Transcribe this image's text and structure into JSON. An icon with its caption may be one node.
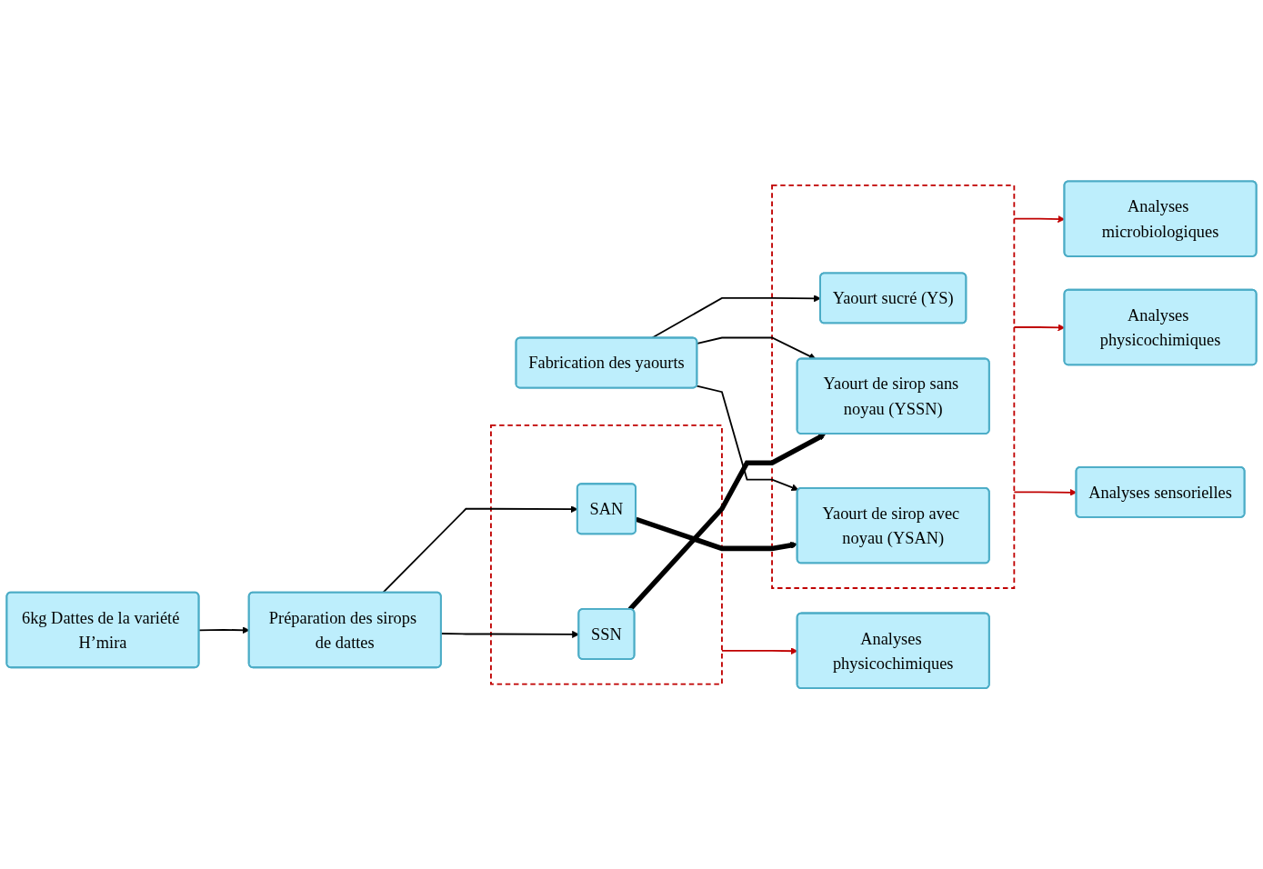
{
  "diagram": {
    "nodes": [
      {
        "text": [
          "6kg Dattes de la variété H’mira"
        ]
      },
      {
        "text": [
          "Préparation des sirops de dattes"
        ]
      },
      {
        "text": [],
        "shape": "box"
      },
      {
        "text": [
          "SSN"
        ],
        "in": 2
      },
      {
        "text": [
          "SAN"
        ],
        "in": 2
      },
      {
        "text": [],
        "shape": "box"
      },
      {
        "text": [
          "Yaourt sucré (YS)"
        ],
        "in": 5
      },
      {
        "text": [
          "Yaourt de sirop sans noyau (YSSN)"
        ],
        "in": 5
      },
      {
        "text": [
          "Yaourt de sirop avec noyau (YSAN)"
        ],
        "in": 5
      },
      {
        "text": [
          "Fabrication des yaourts"
        ]
      },
      {
        "text": [
          "Analyses physicochimiques"
        ]
      },
      {
        "text": [
          "Analyses microbiologiques"
        ]
      },
      {
        "text": [
          "Analyses physicochimiques"
        ]
      },
      {
        "text": [
          "Analyses sensorielles"
        ]
      }
    ],
    "edges": [
      {
        "from": 0,
        "to": 1,
        "arrow": "to"
      },
      {
        "from": 1,
        "to": 3,
        "arrow": "to"
      },
      {
        "from": 1,
        "to": 4,
        "arrow": "to"
      },
      {
        "from": 3,
        "to": 7,
        "arrow": "to",
        "style": "thick"
      },
      {
        "from": 4,
        "to": 8,
        "arrow": "to",
        "style": "thick"
      },
      {
        "from": 9,
        "to": 6,
        "arrow": "to"
      },
      {
        "from": 9,
        "to": 7,
        "arrow": "to"
      },
      {
        "from": 9,
        "to": 8,
        "arrow": "to"
      },
      {
        "from": 2,
        "to": 10,
        "arrow": "to",
        "color": "#c00000"
      },
      {
        "from": 5,
        "to": 11,
        "arrow": "to",
        "color": "#c00000"
      },
      {
        "from": 5,
        "to": 12,
        "arrow": "to",
        "color": "#c00000"
      },
      {
        "from": 5,
        "to": 13,
        "arrow": "to",
        "color": "#c00000"
      }
    ]
  }
}
